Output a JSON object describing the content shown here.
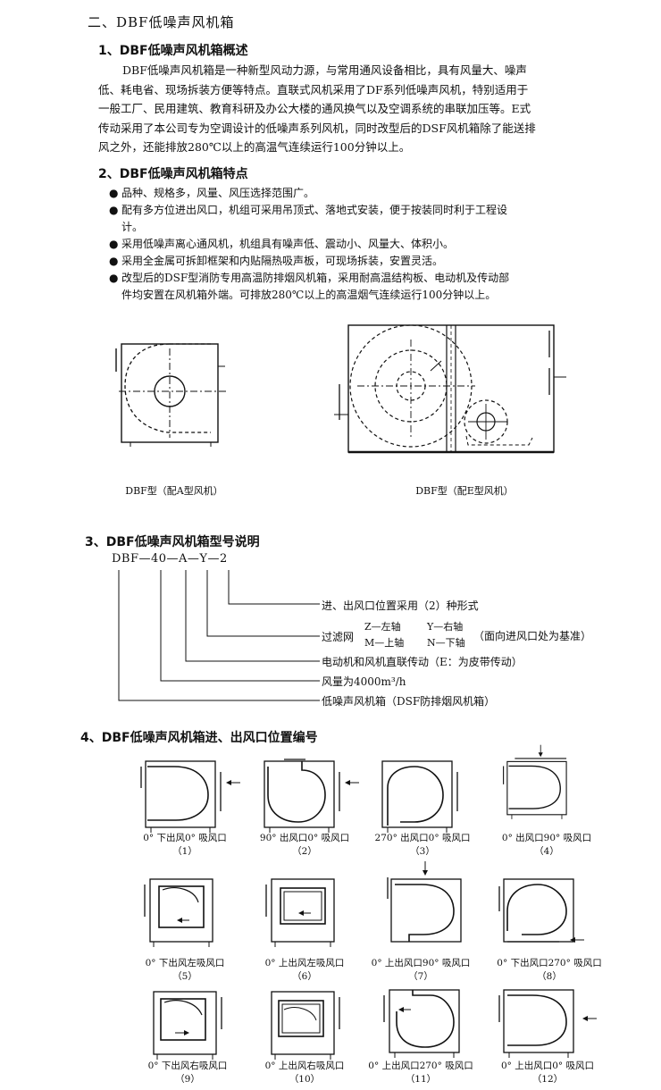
{
  "section_title": "二、DBF低噪声风机箱",
  "s1": {
    "heading": "1、DBF低噪声风机箱概述",
    "lines": [
      "DBF低噪声风机箱是一种新型风动力源，与常用通风设备相比，具有风量大、噪声",
      "低、耗电省、现场拆装方便等特点。直联式风机采用了DF系列低噪声风机，特别适用于",
      "一般工厂、民用建筑、教育科研及办公大楼的通风换气以及空调系统的串联加压等。E式",
      "传动采用了本公司专为空调设计的低噪声系列风机，同时改型后的DSF风机箱除了能送排",
      "风之外，还能排放280℃以上的高温气连续运行100分钟以上。"
    ]
  },
  "s2": {
    "heading": "2、DBF低噪声风机箱特点",
    "bullet": "●",
    "items": [
      [
        "品种、规格多，风量、风压选择范围广。"
      ],
      [
        "配有多方位进出风口，机组可采用吊顶式、落地式安装，便于按装同时利于工程设",
        "计。"
      ],
      [
        "采用低噪声离心通风机，机组具有噪声低、震动小、风量大、体积小。"
      ],
      [
        "采用全金属可拆卸框架和内贴隔热吸声板，可现场拆装，安置灵活。"
      ],
      [
        "改型后的DSF型消防专用高温防排烟风机箱，采用耐高温结构板、电动机及传动部",
        "件均安置在风机箱外端。可排放280℃以上的高温烟气连续运行100分钟以上。"
      ]
    ],
    "captions": [
      "DBF型（配A型风机）",
      "DBF型（配E型风机）"
    ]
  },
  "s3": {
    "heading": "3、DBF低噪声风机箱型号说明",
    "code": "DBF—40—A—Y—2",
    "labels": [
      "进、出风口位置采用（2）种形式",
      "过滤网",
      "Z—左轴",
      "Y—右轴",
      "M—上轴",
      "N—下轴",
      "（面向进风口处为基准）",
      "电动机和风机直联传动（E：为皮带传动）",
      "风量为4000m³/h",
      "低噪声风机箱（DSF防排烟风机箱）"
    ]
  },
  "s4": {
    "heading": "4、DBF低噪声风机箱进、出风口位置编号",
    "positions": [
      {
        "label": "0° 下出风0° 吸风口",
        "num": "（1）"
      },
      {
        "label": "90° 出风口0° 吸风口",
        "num": "（2）"
      },
      {
        "label": "270° 出风口0° 吸风口",
        "num": "（3）"
      },
      {
        "label": "0° 出风口90° 吸风口",
        "num": "（4）"
      },
      {
        "label": "0° 下出风左吸风口",
        "num": "（5）"
      },
      {
        "label": "0° 上出风左吸风口",
        "num": "（6）"
      },
      {
        "label": "0° 上出风口90° 吸风口",
        "num": "（7）"
      },
      {
        "label": "0° 下出风口270° 吸风口",
        "num": "（8）"
      },
      {
        "label": "0° 下出风右吸风口",
        "num": "（9）"
      },
      {
        "label": "0° 上出风右吸风口",
        "num": "（10）"
      },
      {
        "label": "0° 上出风口270° 吸风口",
        "num": "（11）"
      },
      {
        "label": "0° 上出风口0° 吸风口",
        "num": "（12）"
      }
    ]
  }
}
